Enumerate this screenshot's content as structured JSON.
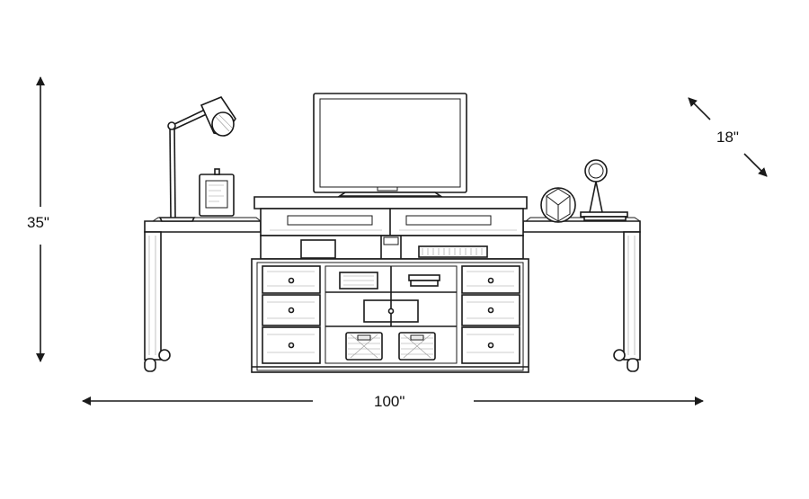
{
  "dimensions": {
    "height": "35\"",
    "depth": "18\"",
    "width": "100\""
  },
  "icons": {
    "arrow": "arrow-icon"
  },
  "colors": {
    "line": "#1a1a1a",
    "background": "#ffffff"
  }
}
